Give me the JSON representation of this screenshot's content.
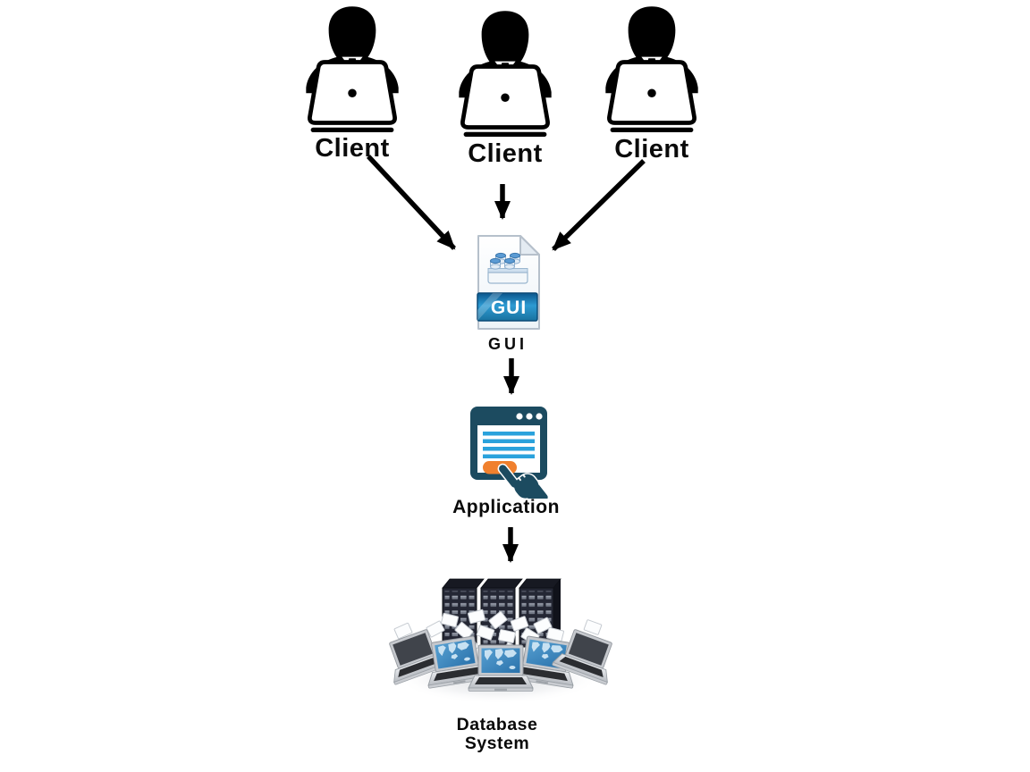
{
  "clients": [
    {
      "label": "Client"
    },
    {
      "label": "Client"
    },
    {
      "label": "Client"
    }
  ],
  "gui": {
    "label": "GUI",
    "icon_text": "GUI"
  },
  "application": {
    "label": "Application"
  },
  "database": {
    "line1": "Database",
    "line2": "System"
  },
  "icons": {
    "client": "person-at-laptop-icon",
    "gui": "gui-file-icon",
    "application": "application-window-click-icon",
    "database": "database-servers-laptops-image"
  },
  "arrows": [
    {
      "from": "client-1",
      "to": "gui",
      "direction": "diagonal-down-right"
    },
    {
      "from": "client-2",
      "to": "gui",
      "direction": "down"
    },
    {
      "from": "client-3",
      "to": "gui",
      "direction": "diagonal-down-left"
    },
    {
      "from": "gui",
      "to": "application",
      "direction": "down"
    },
    {
      "from": "application",
      "to": "database-system",
      "direction": "down"
    }
  ],
  "colors": {
    "background": "#ffffff",
    "arrow": "#000000",
    "label_text": "#0a0a0a",
    "client_silhouette": "#000000",
    "gui_banner_dark": "#0a568c",
    "gui_banner_light": "#2d9ad2",
    "gui_icon_text": "#ffffff",
    "app_frame": "#1c4b60",
    "app_text_lines": "#2aa2dc",
    "app_button": "#f0802d",
    "server_front": "#242734",
    "laptop_screen_map": "#3784bd"
  }
}
